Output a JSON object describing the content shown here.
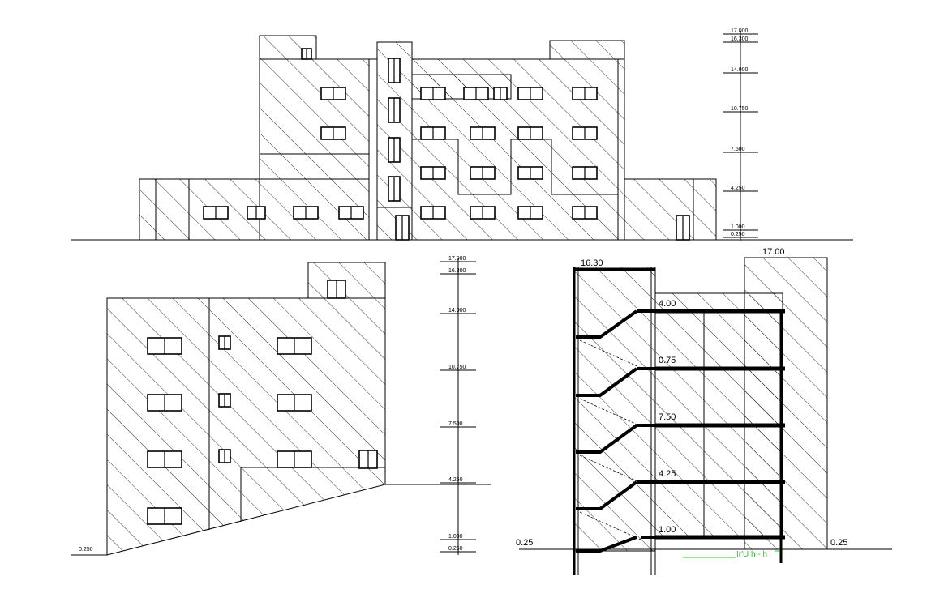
{
  "front_elevation": {
    "levels": [
      "17.000",
      "16.300",
      "14.000",
      "10.750",
      "7.500",
      "4.250",
      "1.000",
      "0.250"
    ]
  },
  "side_elevation": {
    "ground_label": "0.250",
    "levels": [
      "17.000",
      "16.300",
      "14.000",
      "10.750",
      "7.500",
      "4.250",
      "1.000",
      "0.250"
    ]
  },
  "section": {
    "labels": {
      "stair_top": "16.30",
      "roof": "17.00",
      "l1": "4.00",
      "l2": "0.75",
      "l3": "7.50",
      "l4": "4.25",
      "l5": "1.00",
      "ground_left": "0.25",
      "ground_right": "0.25"
    },
    "green_text": "Ir'U  h    -      h",
    "green_color": "#22cc22"
  }
}
